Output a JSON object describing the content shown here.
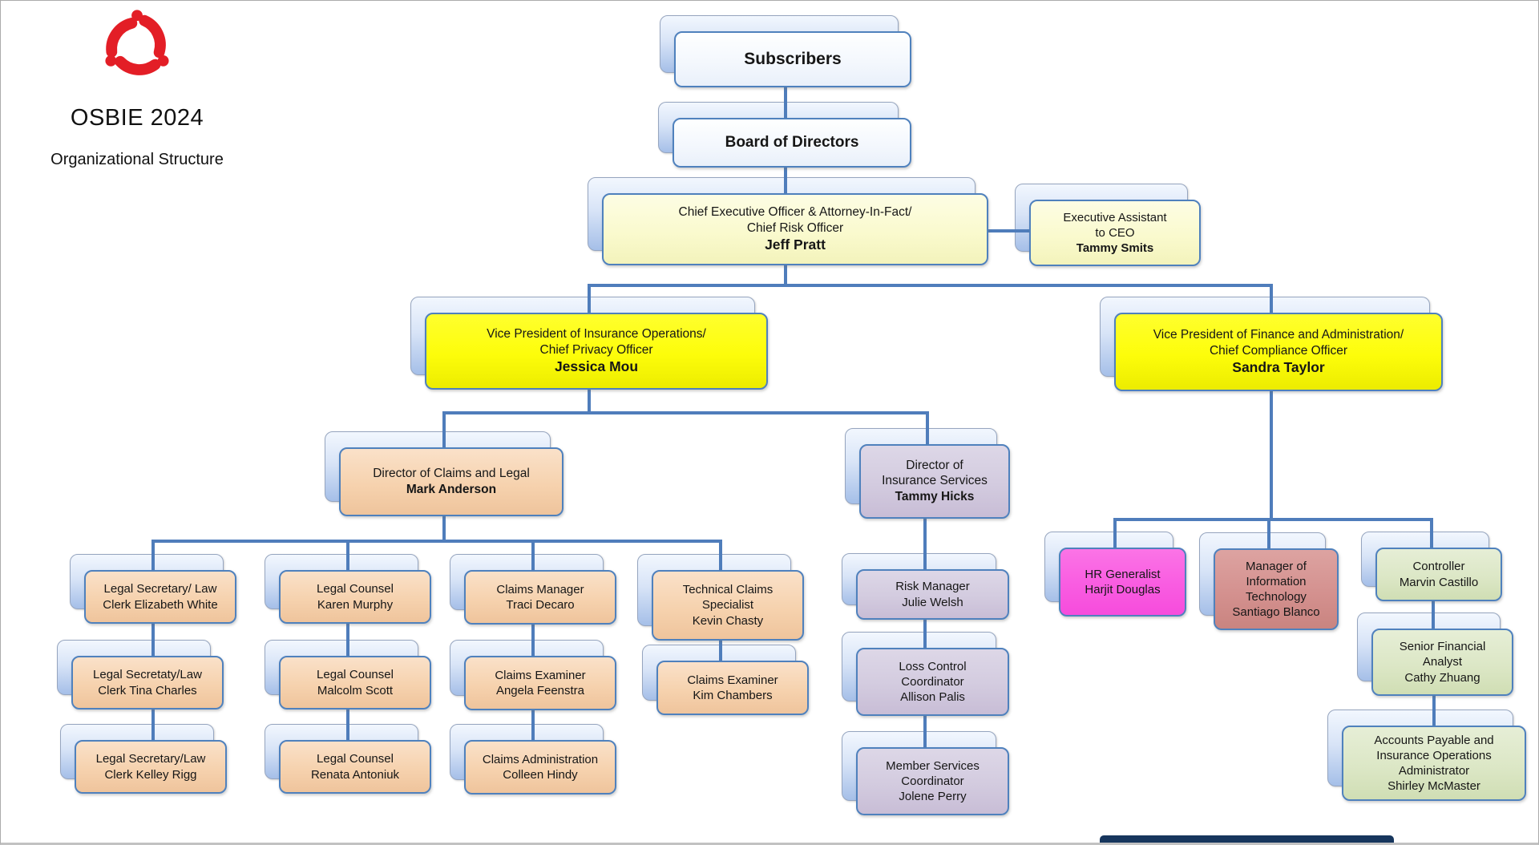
{
  "header": {
    "title": "OSBIE 2024",
    "subtitle": "Organizational Structure",
    "logo": "osbie-trefoil-logo",
    "logo_color": "#e31e26"
  },
  "palette": {
    "connector": "#4f7dbb",
    "box_border": "#4f81bd",
    "shadow_box": "#a5bfe8",
    "executive_pale_yellow": "#fafad2",
    "vp_bright_yellow": "#fdfd0a",
    "claims_legal_peach": "#f6d2ae",
    "insurance_services_lavender": "#d3cbdf",
    "hr_pink": "#f95ce1",
    "it_rose": "#d4918f",
    "finance_green": "#dce7c6",
    "top_white_blue": "#f3f7fd",
    "bottom_bar_navy": "#17365d"
  },
  "nodes": {
    "subscribers": {
      "title": "Subscribers",
      "color": "white-blue"
    },
    "board": {
      "title": "Board of Directors",
      "color": "white-blue"
    },
    "ceo": {
      "title": "Chief Executive Officer & Attorney-In-Fact/\nChief Risk Officer",
      "person": "Jeff Pratt",
      "color": "pale-yellow"
    },
    "exec_assistant": {
      "title": "Executive Assistant\nto CEO",
      "person": "Tammy Smits",
      "color": "pale-yellow"
    },
    "vp_insurance": {
      "title": "Vice President of Insurance Operations/\nChief Privacy Officer",
      "person": "Jessica Mou",
      "color": "bright-yellow"
    },
    "vp_finance": {
      "title": "Vice President of Finance and Administration/\nChief Compliance Officer",
      "person": "Sandra Taylor",
      "color": "bright-yellow"
    },
    "dir_claims": {
      "title": "Director of Claims and Legal",
      "person": "Mark Anderson",
      "color": "peach"
    },
    "dir_insurance": {
      "title": "Director of\nInsurance Services",
      "person": "Tammy Hicks",
      "color": "lavender"
    },
    "legal_sec_1": {
      "title": "Legal Secretary/ Law\nClerk Elizabeth White",
      "color": "peach"
    },
    "legal_sec_2": {
      "title": "Legal Secretaty/Law\nClerk Tina Charles",
      "color": "peach"
    },
    "legal_sec_3": {
      "title": "Legal Secretary/Law\nClerk Kelley Rigg",
      "color": "peach"
    },
    "counsel_1": {
      "title": "Legal Counsel\nKaren Murphy",
      "color": "peach"
    },
    "counsel_2": {
      "title": "Legal Counsel\nMalcolm Scott",
      "color": "peach"
    },
    "counsel_3": {
      "title": "Legal Counsel\nRenata Antoniuk",
      "color": "peach"
    },
    "claims_mgr": {
      "title": "Claims Manager\nTraci Decaro",
      "color": "peach"
    },
    "claims_examiner": {
      "title": "Claims Examiner\nAngela Feenstra",
      "color": "peach"
    },
    "claims_admin": {
      "title": "Claims Administration\nColleen Hindy",
      "color": "peach"
    },
    "tech_claims": {
      "title": "Technical Claims\nSpecialist\nKevin Chasty",
      "color": "peach"
    },
    "claims_examiner2": {
      "title": "Claims Examiner\nKim Chambers",
      "color": "peach"
    },
    "risk_manager": {
      "title": "Risk Manager\nJulie Welsh",
      "color": "lavender"
    },
    "loss_control": {
      "title": "Loss Control\nCoordinator\nAllison Palis",
      "color": "lavender"
    },
    "member_services": {
      "title": "Member Services\nCoordinator\nJolene Perry",
      "color": "lavender"
    },
    "hr_generalist": {
      "title": "HR Generalist\nHarjit Douglas",
      "color": "pink"
    },
    "it_manager": {
      "title": "Manager of\nInformation\nTechnology\nSantiago Blanco",
      "color": "rose"
    },
    "controller": {
      "title": "Controller\nMarvin Castillo",
      "color": "green"
    },
    "sr_analyst": {
      "title": "Senior Financial\nAnalyst\nCathy Zhuang",
      "color": "green"
    },
    "accounts_payable": {
      "title": "Accounts Payable and\nInsurance Operations\nAdministrator\nShirley McMaster",
      "color": "green"
    }
  },
  "edges": [
    "subscribers>board",
    "board>ceo",
    "ceo>exec_assistant",
    "ceo>vp_insurance",
    "ceo>vp_finance",
    "vp_insurance>dir_claims",
    "vp_insurance>dir_insurance",
    "dir_claims>legal_sec_1",
    "legal_sec_1>legal_sec_2",
    "legal_sec_2>legal_sec_3",
    "dir_claims>counsel_1",
    "counsel_1>counsel_2",
    "counsel_2>counsel_3",
    "dir_claims>claims_mgr",
    "claims_mgr>claims_examiner",
    "claims_examiner>claims_admin",
    "dir_claims>tech_claims",
    "tech_claims>claims_examiner2",
    "dir_insurance>risk_manager",
    "risk_manager>loss_control",
    "loss_control>member_services",
    "vp_finance>hr_generalist",
    "vp_finance>it_manager",
    "vp_finance>controller",
    "controller>sr_analyst",
    "sr_analyst>accounts_payable"
  ]
}
